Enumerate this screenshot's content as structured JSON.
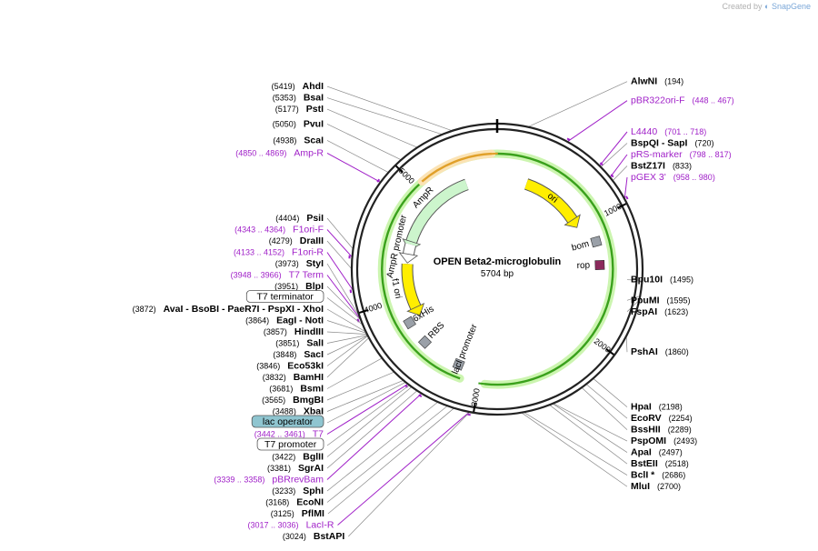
{
  "credit": {
    "prefix": "Created by",
    "brand": "SnapGene"
  },
  "plasmid": {
    "name": "OPEN Beta2-microglobulin",
    "length": "5704 bp",
    "total_bp": 5704
  },
  "ticks": [
    {
      "bp": 1000,
      "label": "1000"
    },
    {
      "bp": 2000,
      "label": "2000"
    },
    {
      "bp": 3000,
      "label": "3000"
    },
    {
      "bp": 4000,
      "label": "4000"
    },
    {
      "bp": 5000,
      "label": "5000"
    }
  ],
  "enzymes": [
    {
      "name": "AhdI",
      "pos": "(5419)",
      "bp": 5419
    },
    {
      "name": "BsaI",
      "pos": "(5353)",
      "bp": 5353
    },
    {
      "name": "PstI",
      "pos": "(5177)",
      "bp": 5177
    },
    {
      "name": "PvuI",
      "pos": "(5050)",
      "bp": 5050
    },
    {
      "name": "ScaI",
      "pos": "(4938)",
      "bp": 4938
    },
    {
      "name": "PsiI",
      "pos": "(4404)",
      "bp": 4404
    },
    {
      "name": "DraIII",
      "pos": "(4279)",
      "bp": 4279
    },
    {
      "name": "StyI",
      "pos": "(3973)",
      "bp": 3973
    },
    {
      "name": "BlpI",
      "pos": "(3951)",
      "bp": 3951
    },
    {
      "name": "AvaI - BsoBI - PaeR7I - PspXI - XhoI",
      "pos": "(3872)",
      "bp": 3872
    },
    {
      "name": "EagI - NotI",
      "pos": "(3864)",
      "bp": 3864
    },
    {
      "name": "HindIII",
      "pos": "(3857)",
      "bp": 3857
    },
    {
      "name": "SalI",
      "pos": "(3851)",
      "bp": 3851
    },
    {
      "name": "SacI",
      "pos": "(3848)",
      "bp": 3848
    },
    {
      "name": "Eco53kI",
      "pos": "(3846)",
      "bp": 3846
    },
    {
      "name": "BamHI",
      "pos": "(3832)",
      "bp": 3832
    },
    {
      "name": "BsmI",
      "pos": "(3681)",
      "bp": 3681
    },
    {
      "name": "BmgBI",
      "pos": "(3565)",
      "bp": 3565
    },
    {
      "name": "XbaI",
      "pos": "(3488)",
      "bp": 3488
    },
    {
      "name": "BglII",
      "pos": "(3422)",
      "bp": 3422
    },
    {
      "name": "SgrAI",
      "pos": "(3381)",
      "bp": 3381
    },
    {
      "name": "SphI",
      "pos": "(3233)",
      "bp": 3233
    },
    {
      "name": "EcoNI",
      "pos": "(3168)",
      "bp": 3168
    },
    {
      "name": "PflMI",
      "pos": "(3125)",
      "bp": 3125
    },
    {
      "name": "BstAPI",
      "pos": "(3024)",
      "bp": 3024
    },
    {
      "name": "AlwNI",
      "pos": "(194)",
      "bp": 194
    },
    {
      "name": "BspQI - SapI",
      "pos": "(720)",
      "bp": 720
    },
    {
      "name": "BstZ17I",
      "pos": "(833)",
      "bp": 833
    },
    {
      "name": "Bpu10I",
      "pos": "(1495)",
      "bp": 1495
    },
    {
      "name": "PpuMI",
      "pos": "(1595)",
      "bp": 1595
    },
    {
      "name": "FspAI",
      "pos": "(1623)",
      "bp": 1623
    },
    {
      "name": "PshAI",
      "pos": "(1860)",
      "bp": 1860
    },
    {
      "name": "HpaI",
      "pos": "(2198)",
      "bp": 2198
    },
    {
      "name": "EcoRV",
      "pos": "(2254)",
      "bp": 2254
    },
    {
      "name": "BssHII",
      "pos": "(2289)",
      "bp": 2289
    },
    {
      "name": "PspOMI",
      "pos": "(2493)",
      "bp": 2493
    },
    {
      "name": "ApaI",
      "pos": "(2497)",
      "bp": 2497
    },
    {
      "name": "BstEII",
      "pos": "(2518)",
      "bp": 2518
    },
    {
      "name": "BclI *",
      "pos": "(2686)",
      "bp": 2686
    },
    {
      "name": "MluI",
      "pos": "(2700)",
      "bp": 2700
    }
  ],
  "primers": [
    {
      "name": "pBR322ori-F",
      "range": "(448 .. 467)",
      "bp": 457
    },
    {
      "name": "L4440",
      "range": "(701 .. 718)",
      "bp": 709
    },
    {
      "name": "pRS-marker",
      "range": "(798 .. 817)",
      "bp": 807
    },
    {
      "name": "pGEX 3'",
      "range": "(958 .. 980)",
      "bp": 969
    },
    {
      "name": "Amp-R",
      "range": "(4850 .. 4869)",
      "bp": 4859
    },
    {
      "name": "F1ori-F",
      "range": "(4343 .. 4364)",
      "bp": 4353
    },
    {
      "name": "F1ori-R",
      "range": "(4133 .. 4152)",
      "bp": 4142
    },
    {
      "name": "T7 Term",
      "range": "(3948 .. 3966)",
      "bp": 3957
    },
    {
      "name": "T7",
      "range": "(3442 .. 3461)",
      "bp": 3451
    },
    {
      "name": "pBRrevBam",
      "range": "(3339 .. 3358)",
      "bp": 3348
    },
    {
      "name": "LacI-R",
      "range": "(3017 .. 3036)",
      "bp": 3026
    }
  ],
  "boxed_features": [
    {
      "name": "T7 terminator",
      "bp": 3920,
      "fill": "#ffffff"
    },
    {
      "name": "lac operator",
      "bp": 3470,
      "fill": "#8fc5d0"
    },
    {
      "name": "T7 promoter",
      "bp": 3440,
      "fill": "#ffffff"
    }
  ],
  "features": [
    {
      "name": "ori",
      "kind": "arrow",
      "start": 300,
      "end": 900,
      "color": "#ffee00"
    },
    {
      "name": "AmpR",
      "kind": "arrow",
      "start": 5390,
      "end": 4560,
      "color": "#ccf5cc"
    },
    {
      "name": "AmpR promoter",
      "kind": "arrow",
      "start": 4530,
      "end": 4430,
      "color": "#ffffff"
    },
    {
      "name": "f1 ori",
      "kind": "arrow",
      "start": 4330,
      "end": 3880,
      "color": "#ffee00"
    },
    {
      "name": "6xHis",
      "kind": "label",
      "bp": 3780
    },
    {
      "name": "RBS",
      "kind": "label",
      "bp": 3560
    },
    {
      "name": "lacI promoter",
      "kind": "label",
      "bp": 3200
    },
    {
      "name": "bom",
      "kind": "label",
      "bp": 1180
    },
    {
      "name": "rop",
      "kind": "label",
      "bp": 1390
    }
  ],
  "inner_arcs": [
    {
      "name": "green-arc-1",
      "start": 1850,
      "end": 2550,
      "color": "#3aa11c",
      "glow": "#ccf5b0"
    },
    {
      "name": "green-arc-2",
      "start": 3150,
      "end": 2950,
      "color": "#3aa11c",
      "glow": "#ccf5b0"
    },
    {
      "name": "orange-arc",
      "start": 5060,
      "end": 5660,
      "color": "#e0a02a",
      "glow": "#fbe3b5"
    }
  ],
  "colors": {
    "enzyme": "#000000",
    "primer": "#a020c8",
    "leader": "#888888",
    "backbone": "#222222"
  }
}
